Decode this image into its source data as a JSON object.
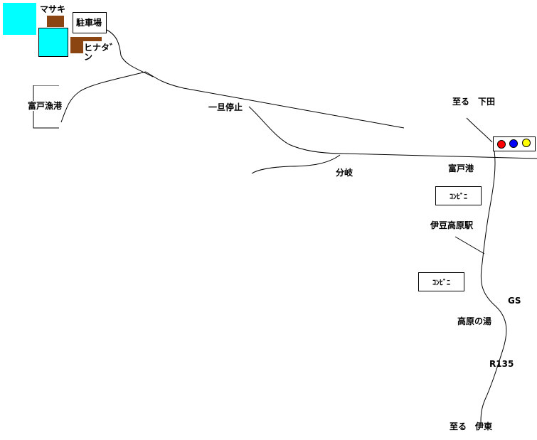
{
  "labels": {
    "masaki": "マサキ",
    "parking": "駐車場",
    "hinatan_1": "ヒナタ゛",
    "hinatan_2": "ン",
    "tomito_fishing_port": "富戸漁港",
    "ichiji_teishi": "一旦停止",
    "to_shimoda": "至る　下田",
    "bunki": "分岐",
    "tomito_port": "富戸港",
    "convenience_1": "ｺﾝﾋﾞﾆ",
    "izu_kogen_station": "伊豆高原駅",
    "convenience_2": "ｺﾝﾋﾞﾆ",
    "gs": "GS",
    "kogen_no_yu": "高原の湯",
    "r135": "R135",
    "to_ito": "至る　伊東"
  },
  "colors": {
    "building_cyan": "#00ffff",
    "building_brown": "#8b4513",
    "signal_red": "#ff0000",
    "signal_blue": "#0000ff",
    "signal_yellow": "#ffff00",
    "road": "#000000"
  }
}
